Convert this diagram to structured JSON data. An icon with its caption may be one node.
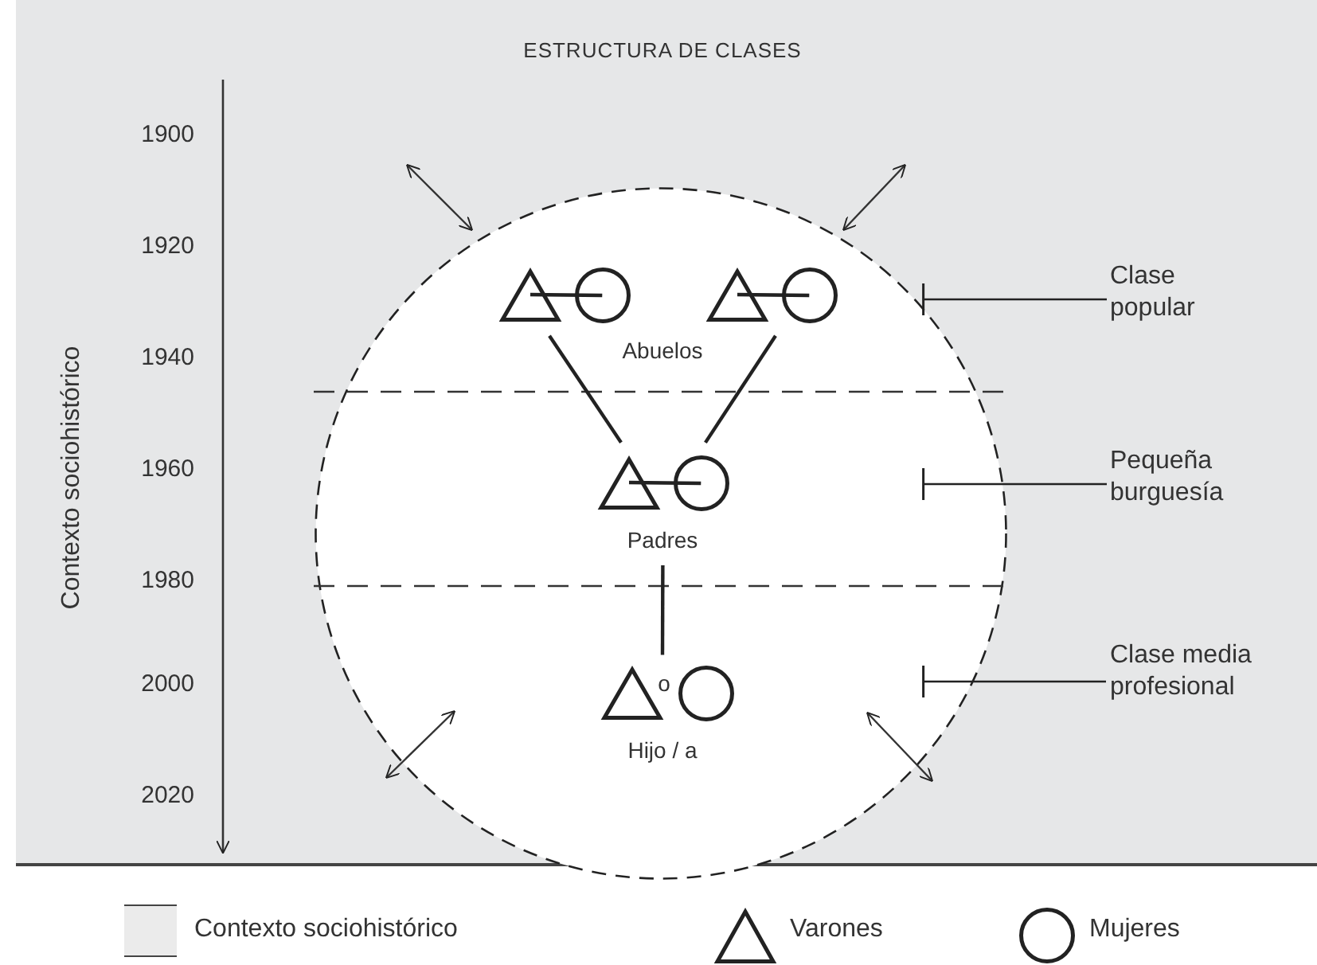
{
  "diagram": {
    "title": "ESTRUCTURA DE CLASES",
    "nodes": [
      {
        "text": [],
        "shape": "circle"
      },
      {
        "text": [],
        "shape": "triangle",
        "in": 0
      },
      {
        "text": [],
        "shape": "circle",
        "in": 0
      },
      {
        "text": [],
        "shape": "triangle",
        "in": 0
      },
      {
        "text": [],
        "shape": "circle",
        "in": 0
      },
      {
        "text": [],
        "shape": "triangle",
        "in": 0
      },
      {
        "text": [],
        "shape": "circle",
        "in": 0
      },
      {
        "text": [],
        "shape": "triangle",
        "in": 0
      },
      {
        "text": [],
        "shape": "circle",
        "in": 0
      },
      {
        "text": [
          "Clase popular"
        ]
      },
      {
        "text": [
          "Pequeña burguesía"
        ]
      },
      {
        "text": [
          "Clase media profesional"
        ]
      }
    ],
    "edges": [
      {
        "from": 1,
        "to": 2,
        "arrow": "none"
      },
      {
        "from": 3,
        "to": 4,
        "arrow": "none"
      },
      {
        "from": 5,
        "to": 6,
        "arrow": "none"
      },
      {
        "from": 1,
        "to": 5,
        "arrow": "none"
      },
      {
        "from": 3,
        "to": 6,
        "arrow": "none"
      },
      {
        "from": 5,
        "to": 7,
        "arrow": "none"
      },
      {
        "from": 9,
        "to": 0,
        "arrow": "other"
      },
      {
        "from": 10,
        "to": 0,
        "arrow": "other"
      },
      {
        "from": 11,
        "to": 0,
        "arrow": "other"
      }
    ],
    "labels": [
      "1900",
      "1920",
      "1940",
      "1960",
      "1980",
      "2000",
      "2020",
      "Contexto sociohistórico",
      "Abuelos",
      "Padres",
      "o",
      "Hijo / a"
    ],
    "legend": [
      {
        "text": "Contexto sociohistórico",
        "color": "#ebebeb"
      },
      {
        "text": "Varones"
      },
      {
        "text": "Mujeres"
      }
    ]
  }
}
